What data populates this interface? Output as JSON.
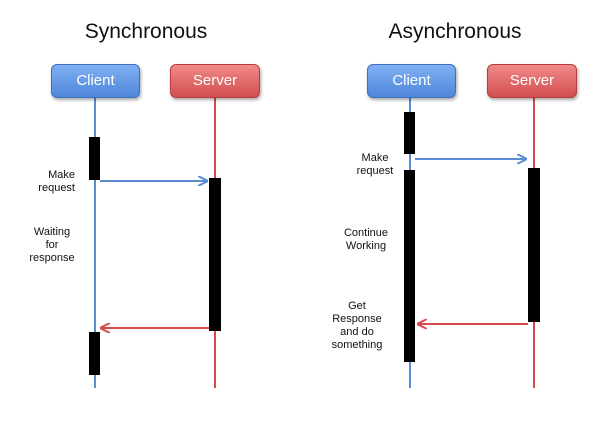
{
  "colors": {
    "client_line": "#5b8bd0",
    "server_line": "#d64a4a",
    "activation": "#000000"
  },
  "sync": {
    "title": "Synchronous",
    "client_label": "Client",
    "server_label": "Server",
    "make_request": "Make\nrequest",
    "waiting": "Waiting\nfor\nresponse"
  },
  "async": {
    "title": "Asynchronous",
    "client_label": "Client",
    "server_label": "Server",
    "make_request": "Make\nrequest",
    "continue": "Continue\nWorking",
    "get_response": "Get\nResponse\nand do\nsomething"
  }
}
